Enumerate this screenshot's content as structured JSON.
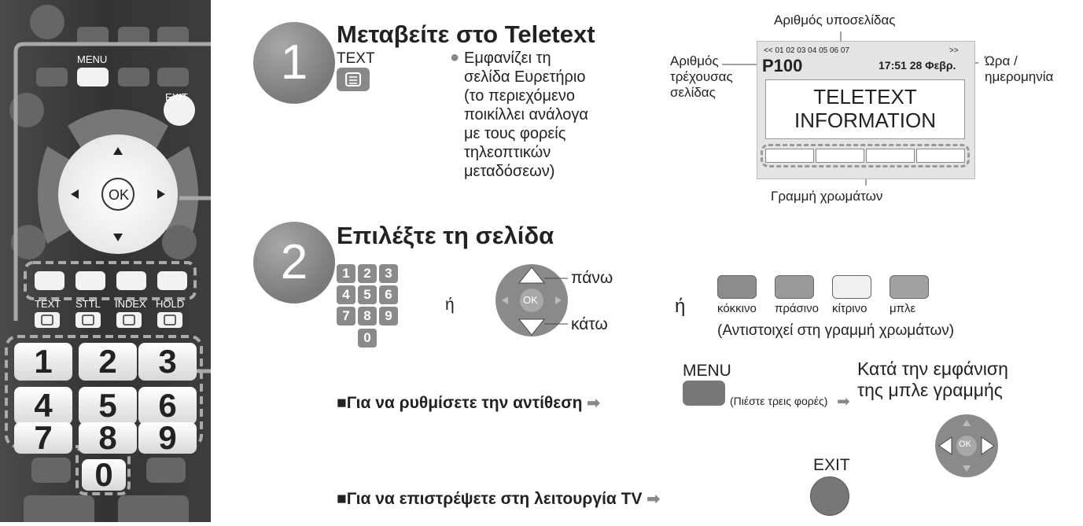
{
  "remote": {
    "menu_label": "MENU",
    "exit_label": "EXIT",
    "ok_label": "OK",
    "func_labels": [
      "TEXT",
      "STTL",
      "INDEX",
      "HOLD"
    ],
    "numbers": [
      "1",
      "2",
      "3",
      "4",
      "5",
      "6",
      "7",
      "8",
      "9",
      "0"
    ]
  },
  "step1": {
    "number": "1",
    "title": "Μεταβείτε στο Teletext",
    "text_key_label": "TEXT",
    "bullet": "●",
    "desc_lines": [
      "Εμφανίζει τη",
      "σελίδα Ευρετήριο",
      "(το περιεχόμενο",
      "ποικίλλει ανάλογα",
      "με τους φορείς",
      "τηλεοπτικών",
      "μεταδόσεων)"
    ]
  },
  "teletext": {
    "subpage_label": "Αριθμός υποσελίδας",
    "subpage_numbers": "<< 01 02 03 04 05 06 07",
    "subpage_next": ">>",
    "page": "P100",
    "time": "17:51 28 Φεβρ.",
    "info_line1": "TELETEXT",
    "info_line2": "INFORMATION",
    "current_page_label_lines": [
      "Αριθμός",
      "τρέχουσας",
      "σελίδας"
    ],
    "time_label_lines": [
      "Ώρα /",
      "ημερομηνία"
    ],
    "colour_bar_label": "Γραμμή χρωμάτων"
  },
  "step2": {
    "number": "2",
    "title": "Επιλέξτε τη σελίδα",
    "keys": [
      "1",
      "2",
      "3",
      "4",
      "5",
      "6",
      "7",
      "8",
      "9",
      "0"
    ],
    "or": "ή",
    "up": "πάνω",
    "down": "κάτω",
    "ok_label": "OK",
    "colour_labels": [
      "κόκκινο",
      "πράσινο",
      "κίτρινο",
      "μπλε"
    ],
    "colour_note": "(Αντιστοιχεί στη γραμμή χρωμάτων)"
  },
  "contrast": {
    "bullet": "■",
    "text": "Για να ρυθμίσετε την αντίθεση",
    "menu_label": "MENU",
    "press_note": "(Πιέστε τρεις φορές)",
    "blue_bar_lines": [
      "Κατά την εμφάνιση",
      "της μπλε γραμμής"
    ]
  },
  "return_tv": {
    "bullet": "■",
    "text": "Για να επιστρέψετε στη λειτουργία TV",
    "exit_label": "EXIT"
  },
  "colors": {
    "step_grey": "#8c8c8c",
    "remote_body": "#3a3a3a",
    "button_grey": "#6e6e6e",
    "highlight": "#a0a0a0"
  }
}
